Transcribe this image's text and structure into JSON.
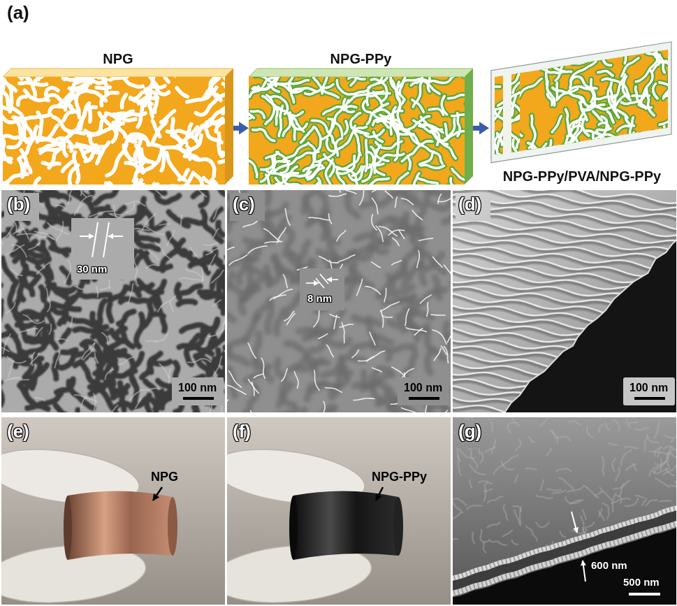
{
  "diagram": {
    "nodes": [
      {
        "text": [
          "NPG"
        ]
      },
      {
        "text": [
          "NPG-PPy"
        ]
      },
      {
        "text": [
          "NPG-PPy/PVA/NPG-PPy"
        ]
      }
    ],
    "edges": [
      {
        "from": 0,
        "to": 1,
        "arrow": "to"
      },
      {
        "from": 1,
        "to": 2,
        "arrow": "to"
      }
    ],
    "labels": [
      "(a)",
      "(b)",
      "30 nm",
      "100 nm",
      "(c)",
      "8 nm",
      "100 nm",
      "(d)",
      "100 nm",
      "(e)",
      "NPG",
      "(f)",
      "NPG-PPy",
      "(g)",
      "600 nm",
      "500 nm"
    ]
  }
}
